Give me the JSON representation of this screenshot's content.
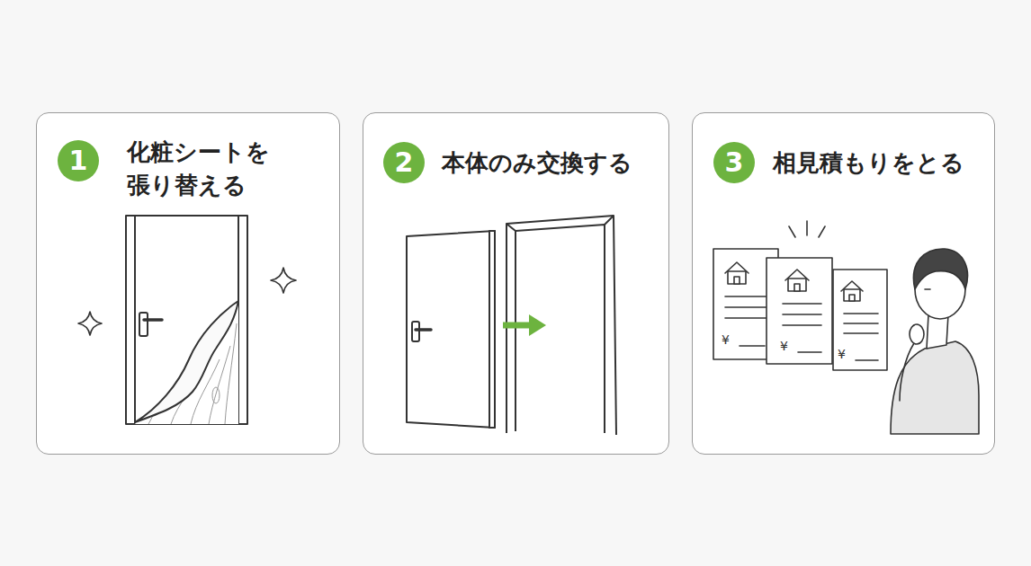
{
  "diagram": {
    "nodes": [
      {
        "text": [
          "化粧シートを 張り替える"
        ]
      },
      {
        "text": [
          "1"
        ],
        "in": 0
      },
      {
        "text": [
          "本体のみ交換する"
        ]
      },
      {
        "text": [
          "2"
        ],
        "in": 2
      },
      {
        "text": [
          "相見積もりをとる"
        ]
      },
      {
        "text": [
          "3"
        ],
        "in": 4
      }
    ],
    "labels": [
      "¥",
      "¥",
      "¥"
    ]
  }
}
